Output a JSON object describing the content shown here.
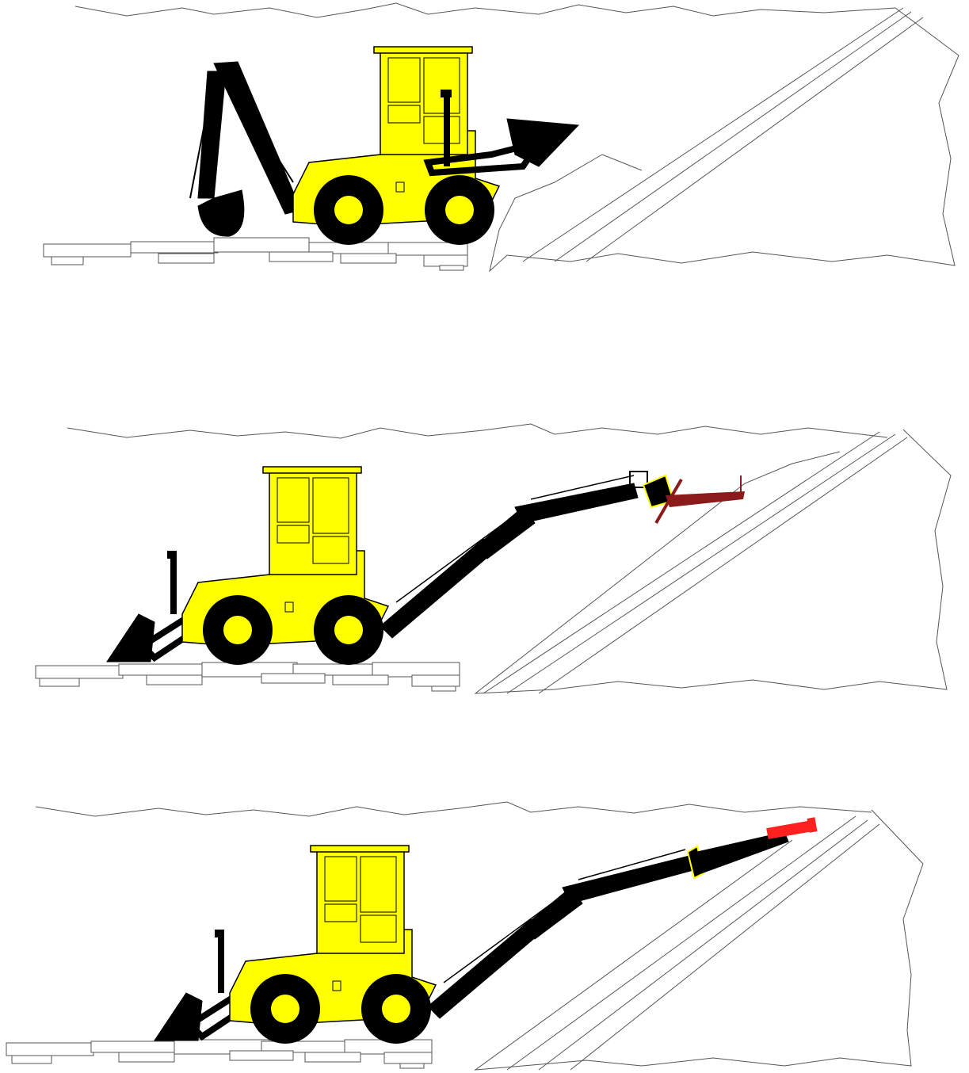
{
  "colors": {
    "machine_body": "#ffff00",
    "arm": "#000000",
    "tool_panel_2": "#8b1a1a",
    "tool_panel_3": "#ff2020",
    "rock_line": "#555555",
    "background": "#ffffff"
  },
  "panels": [
    {
      "name": "panel-parked",
      "tool": "bucket",
      "arm_pose": "rear-backhoe-tucked"
    },
    {
      "name": "panel-rake",
      "tool": "rake-attachment",
      "arm_pose": "extended-up-slope"
    },
    {
      "name": "panel-drill",
      "tool": "drill-attachment",
      "arm_pose": "fully-extended-up-slope"
    }
  ]
}
